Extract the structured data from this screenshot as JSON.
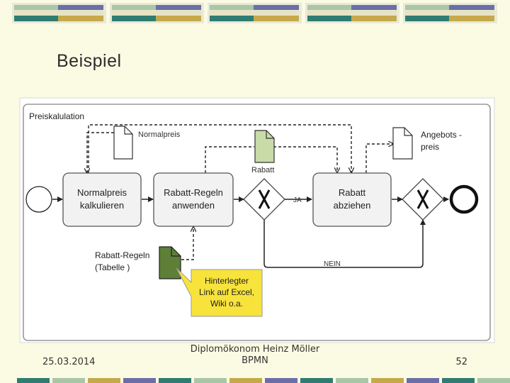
{
  "slide": {
    "title": "Beispiel"
  },
  "diagram": {
    "pool_label": "Preiskalulation",
    "tasks": {
      "normalpreis": [
        "Normalpreis",
        "kalkulieren"
      ],
      "rabatt_regeln": [
        "Rabatt-Regeln",
        "anwenden"
      ],
      "rabatt_abziehen": [
        "Rabatt",
        "abziehen"
      ]
    },
    "data_objects": {
      "normalpreis": "Normalpreis",
      "rabatt": "Rabatt",
      "angebotspreis": [
        "Angebots -",
        "preis"
      ],
      "rabatt_regeln": [
        "Rabatt-Regeln",
        "(Tabelle )"
      ]
    },
    "flow_labels": {
      "ja": "JA",
      "nein": "NEIN"
    },
    "callout": [
      "Hinterlegter",
      "Link auf Excel,",
      "Wiki o.a."
    ],
    "colors": {
      "slide_background": "#fbfbe3",
      "canvas": "#ffffff",
      "task_fill": "#f2f2f2",
      "rabatt_doc": "#c9dca8",
      "rabatt_regeln_doc": "#5e7f37",
      "callout_fill": "#f7e33c"
    }
  },
  "footer": {
    "date": "25.03.2014",
    "author": "Diplomökonom Heinz Möller",
    "topic": "BPMN",
    "page": "52"
  }
}
